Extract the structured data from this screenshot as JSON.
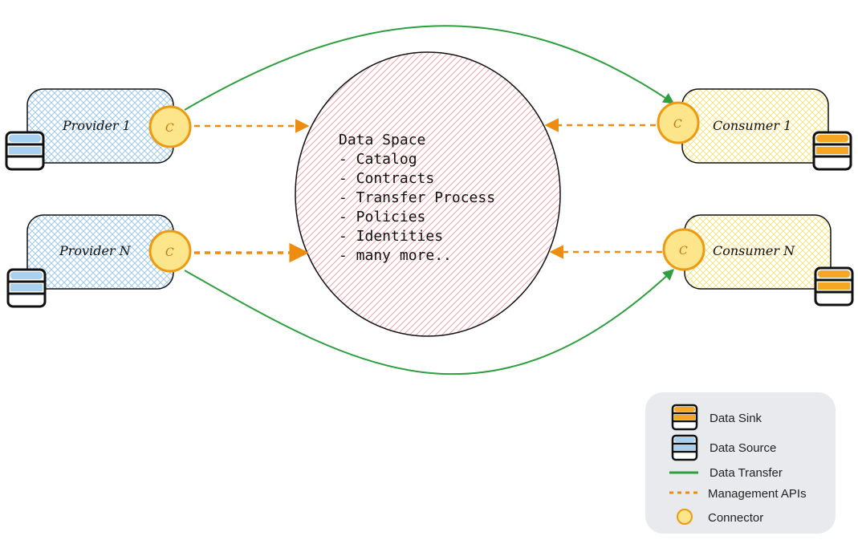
{
  "colors": {
    "provider_fill": "#9cc8ec",
    "consumer_fill": "#fbe58a",
    "dataspace_fill": "#f4a0aa",
    "transfer": "#2e9e3e",
    "management": "#ee8c10",
    "connector_fill": "#fde58c",
    "connector_stroke": "#ee9a10",
    "source_db": "#a8d0f0",
    "sink_db": "#f5a623",
    "legend_bg": "#e8eaed"
  },
  "providers": [
    {
      "label": "Provider 1",
      "connector": "C"
    },
    {
      "label": "Provider N",
      "connector": "C"
    }
  ],
  "consumers": [
    {
      "label": "Consumer 1",
      "connector": "C"
    },
    {
      "label": "Consumer N",
      "connector": "C"
    }
  ],
  "dataspace": {
    "title": "Data Space",
    "items": [
      "- Catalog",
      "- Contracts",
      "- Transfer Process",
      "- Policies",
      "- Identities",
      "- many more.."
    ]
  },
  "legend": {
    "sink": "Data Sink",
    "source": "Data Source",
    "transfer": "Data Transfer",
    "management": "Management APIs",
    "connector": "Connector"
  }
}
